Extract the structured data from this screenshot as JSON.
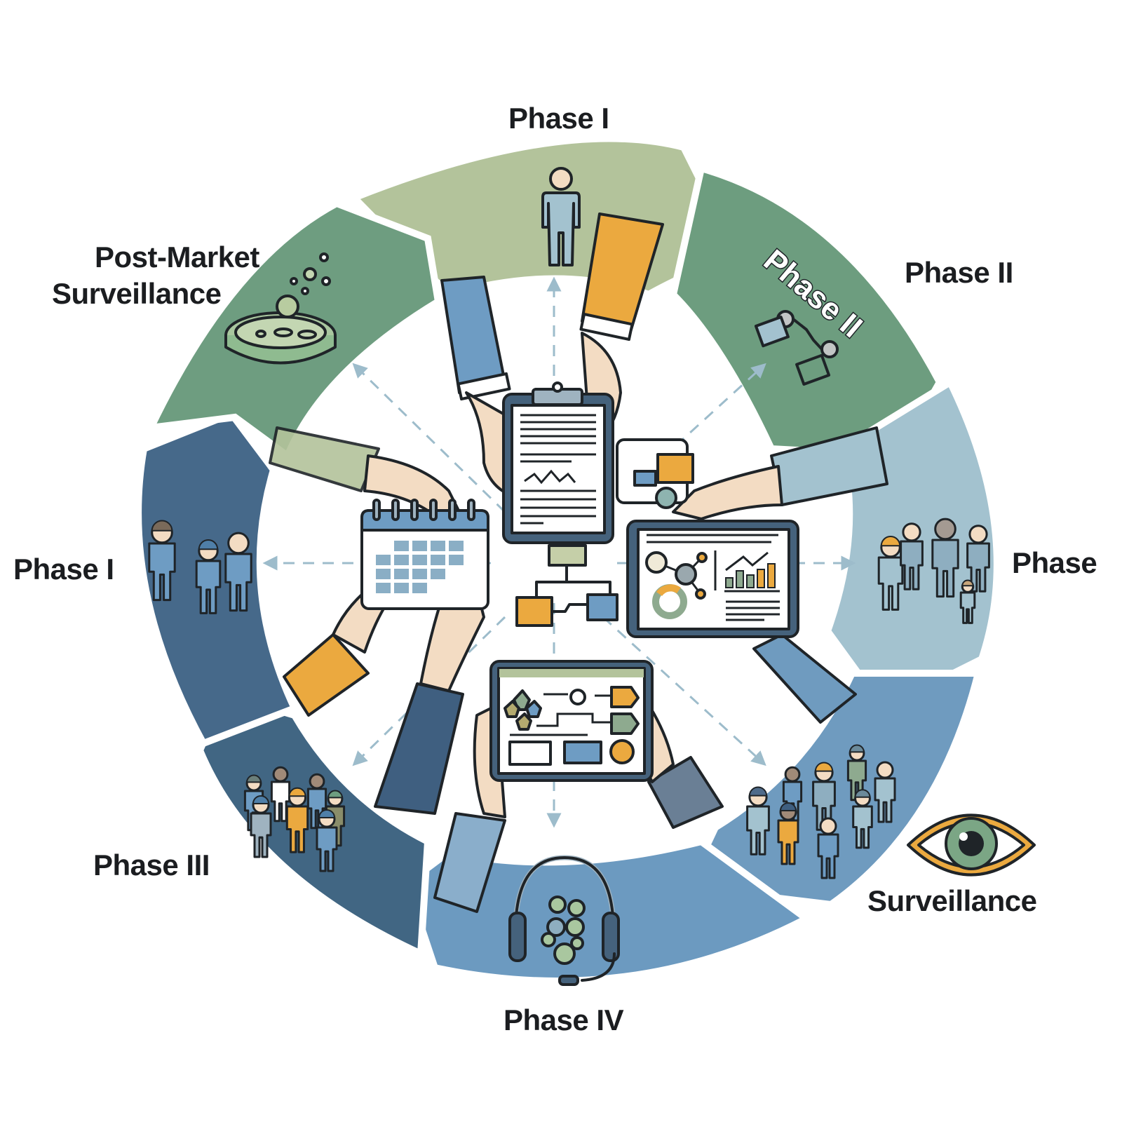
{
  "title": "Clinical Trial Phases Cycle",
  "colors": {
    "phase1_top": "#b3c39b",
    "phase2_green": "#6d9d7f",
    "phase_right_lightblue": "#a3c2cf",
    "surveillance_blue": "#6f9bbf",
    "phase4_blue": "#6c9ac0",
    "phase3_navy": "#416683",
    "phase1_left_navy": "#46698a",
    "postmarket_green": "#6e9d80",
    "accent_orange": "#eba93f",
    "skin": "#f3dcc3",
    "outline": "#1f2428",
    "arrow_dashed": "#9dbccb"
  },
  "labels": {
    "top": "Phase I",
    "top_right": "Phase II",
    "top_right_banner": "Phase II",
    "right": "Phase",
    "bottom_right": "Surveillance",
    "bottom": "Phase IV",
    "bottom_left": "Phase III",
    "left": "Phase I",
    "top_left_line1": "Post-Market",
    "top_left_line2": "Surveillance"
  },
  "segments": [
    {
      "id": "phase-i-top",
      "icon": "single-person-icon"
    },
    {
      "id": "phase-ii",
      "icon": "network-diagram-icon"
    },
    {
      "id": "phase-right",
      "icon": "group-of-people-icon"
    },
    {
      "id": "surveillance",
      "icon": "eye-icon"
    },
    {
      "id": "phase-iv",
      "icon": "headset-icon"
    },
    {
      "id": "phase-iii",
      "icon": "crowd-icon"
    },
    {
      "id": "phase-i-left",
      "icon": "small-group-icon"
    },
    {
      "id": "post-market-surveillance",
      "icon": "petri-dish-icon"
    }
  ],
  "center_items": [
    {
      "id": "clipboard",
      "icon": "clipboard-icon"
    },
    {
      "id": "calendar",
      "icon": "calendar-icon"
    },
    {
      "id": "tablet-analytics",
      "icon": "tablet-chart-icon"
    },
    {
      "id": "tablet-workflow",
      "icon": "tablet-workflow-icon"
    },
    {
      "id": "flowchart",
      "icon": "flowchart-icon"
    },
    {
      "id": "puzzle",
      "icon": "puzzle-icon"
    }
  ]
}
